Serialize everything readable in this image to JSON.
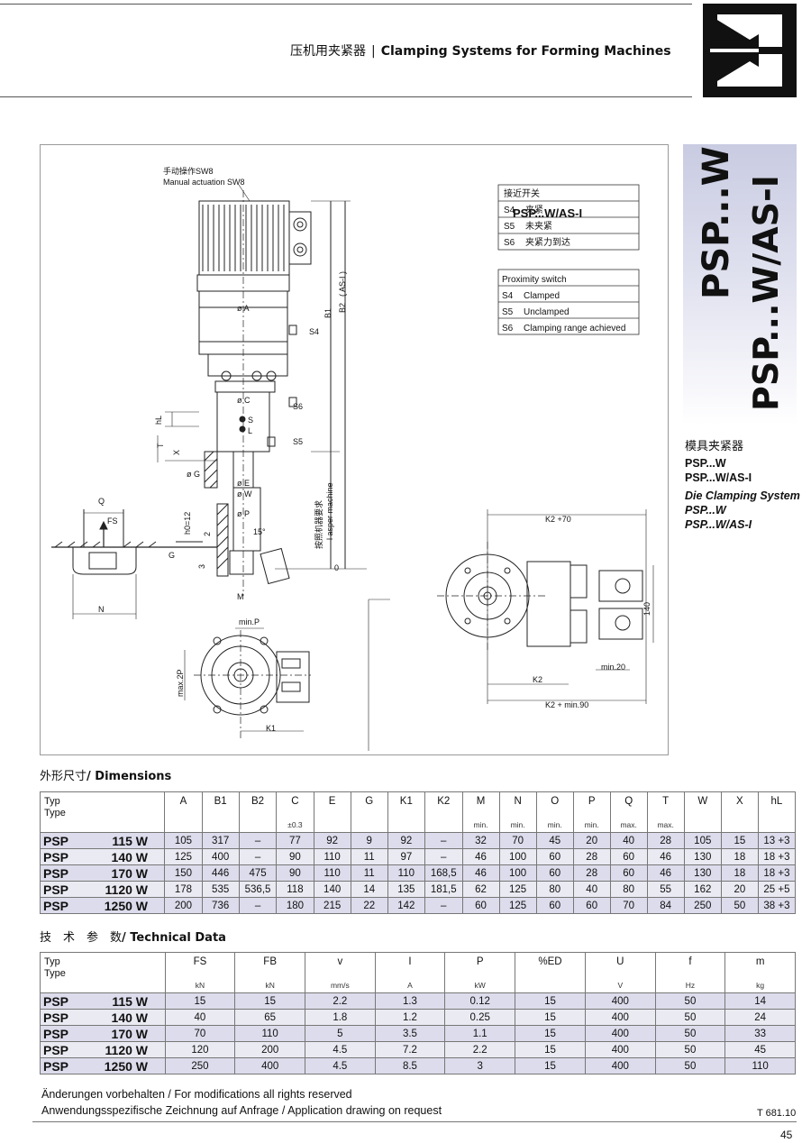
{
  "header": {
    "title_cn": "压机用夹紧器",
    "separator": "|",
    "title_en": "Clamping Systems for Forming Machines"
  },
  "banner": {
    "line1": "PSP...W",
    "line2": "PSP...W/AS-I"
  },
  "side": {
    "cn": "模具夹紧器",
    "m1": "PSP...W",
    "m2": "PSP...W/AS-I",
    "it1": "Die Clamping System",
    "it2": "PSP...W",
    "it3": "PSP...W/AS-I"
  },
  "drawing": {
    "manual_cn": "手动操作SW8",
    "manual_en": "Manual actuation SW8",
    "legend_cn": {
      "title": "接近开关",
      "rows": [
        [
          "S4",
          "夹紧"
        ],
        [
          "S5",
          "未夹紧"
        ],
        [
          "S6",
          "夹紧力到达"
        ]
      ]
    },
    "legend_en": {
      "title": "Proximity switch",
      "rows": [
        [
          "S4",
          "Clamped"
        ],
        [
          "S5",
          "Unclamped"
        ],
        [
          "S6",
          "Clamping range achieved"
        ]
      ]
    },
    "asi_title": "PSP...W/AS-I",
    "labels": {
      "A": "ø A",
      "C": "ø C",
      "E": "ø E",
      "W": "ø W",
      "G": "ø G",
      "P": "ø P",
      "S": "S",
      "L": "L",
      "S4": "S4",
      "S5": "S5",
      "S6": "S6",
      "B1": "B1",
      "B2": "B2",
      "asi": "( AS-I )",
      "T": "T",
      "X": "X",
      "hL": "hL",
      "h0": "h0=12",
      "two": "2",
      "three": "3",
      "Q": "Q",
      "N": "N",
      "M": "M",
      "Fs": "FS",
      "Gs": "G",
      "K1": "K1",
      "deg": "15°",
      "minP": "min.P",
      "max2P": "max.2P",
      "zero": "0",
      "machine_cn": "按照机器要求",
      "machine_en": "l asper machine",
      "K2p70": "K2 +70",
      "K2": "K2",
      "K2min90": "K2 + min.90",
      "min20": "min.20",
      "h140": "140"
    }
  },
  "dimensions": {
    "title_cn": "外形尺寸",
    "title_en": "/ Dimensions",
    "type_label": "Typ",
    "type_label2": "Type",
    "headers": [
      "A",
      "B1",
      "B2",
      "C",
      "E",
      "G",
      "K1",
      "K2",
      "M",
      "N",
      "O",
      "P",
      "Q",
      "T",
      "W",
      "X",
      "hL"
    ],
    "subs": [
      "",
      "",
      "",
      "±0.3",
      "",
      "",
      "",
      "",
      "min.",
      "min.",
      "min.",
      "min.",
      "max.",
      "max.",
      "",
      "",
      ""
    ],
    "rows": [
      {
        "prefix": "PSP",
        "model": "115 W",
        "v": [
          "105",
          "317",
          "–",
          "77",
          "92",
          "9",
          "92",
          "–",
          "32",
          "70",
          "45",
          "20",
          "40",
          "28",
          "105",
          "15",
          "13 +3"
        ]
      },
      {
        "prefix": "PSP",
        "model": "140 W",
        "v": [
          "125",
          "400",
          "–",
          "90",
          "110",
          "11",
          "97",
          "–",
          "46",
          "100",
          "60",
          "28",
          "60",
          "46",
          "130",
          "18",
          "18 +3"
        ]
      },
      {
        "prefix": "PSP",
        "model": "170 W",
        "v": [
          "150",
          "446",
          "475",
          "90",
          "110",
          "11",
          "110",
          "168,5",
          "46",
          "100",
          "60",
          "28",
          "60",
          "46",
          "130",
          "18",
          "18 +3"
        ]
      },
      {
        "prefix": "PSP",
        "model": "1120 W",
        "v": [
          "178",
          "535",
          "536,5",
          "118",
          "140",
          "14",
          "135",
          "181,5",
          "62",
          "125",
          "80",
          "40",
          "80",
          "55",
          "162",
          "20",
          "25 +5"
        ]
      },
      {
        "prefix": "PSP",
        "model": "1250 W",
        "v": [
          "200",
          "736",
          "–",
          "180",
          "215",
          "22",
          "142",
          "–",
          "60",
          "125",
          "60",
          "60",
          "70",
          "84",
          "250",
          "50",
          "38 +3"
        ]
      }
    ]
  },
  "technical": {
    "title_cn": "技　术　参　数",
    "title_en": "/ Technical Data",
    "type_label": "Typ",
    "type_label2": "Type",
    "headers": [
      "FS",
      "FB",
      "v",
      "I",
      "P",
      "%ED",
      "U",
      "f",
      "m"
    ],
    "units": [
      "kN",
      "kN",
      "mm/s",
      "A",
      "kW",
      "",
      "V",
      "Hz",
      "kg"
    ],
    "rows": [
      {
        "prefix": "PSP",
        "model": "115 W",
        "v": [
          "15",
          "15",
          "2.2",
          "1.3",
          "0.12",
          "15",
          "400",
          "50",
          "14"
        ]
      },
      {
        "prefix": "PSP",
        "model": "140 W",
        "v": [
          "40",
          "65",
          "1.8",
          "1.2",
          "0.25",
          "15",
          "400",
          "50",
          "24"
        ]
      },
      {
        "prefix": "PSP",
        "model": "170 W",
        "v": [
          "70",
          "110",
          "5",
          "3.5",
          "1.1",
          "15",
          "400",
          "50",
          "33"
        ]
      },
      {
        "prefix": "PSP",
        "model": "1120 W",
        "v": [
          "120",
          "200",
          "4.5",
          "7.2",
          "2.2",
          "15",
          "400",
          "50",
          "45"
        ]
      },
      {
        "prefix": "PSP",
        "model": "1250 W",
        "v": [
          "250",
          "400",
          "4.5",
          "8.5",
          "3",
          "15",
          "400",
          "50",
          "110"
        ]
      }
    ]
  },
  "footer": {
    "line1": "Änderungen vorbehalten / For modifications all rights reserved",
    "line2": "Anwendungsspezifische Zeichnung auf Anfrage / Application drawing on request",
    "ref": "T 681.10",
    "page": "45"
  }
}
